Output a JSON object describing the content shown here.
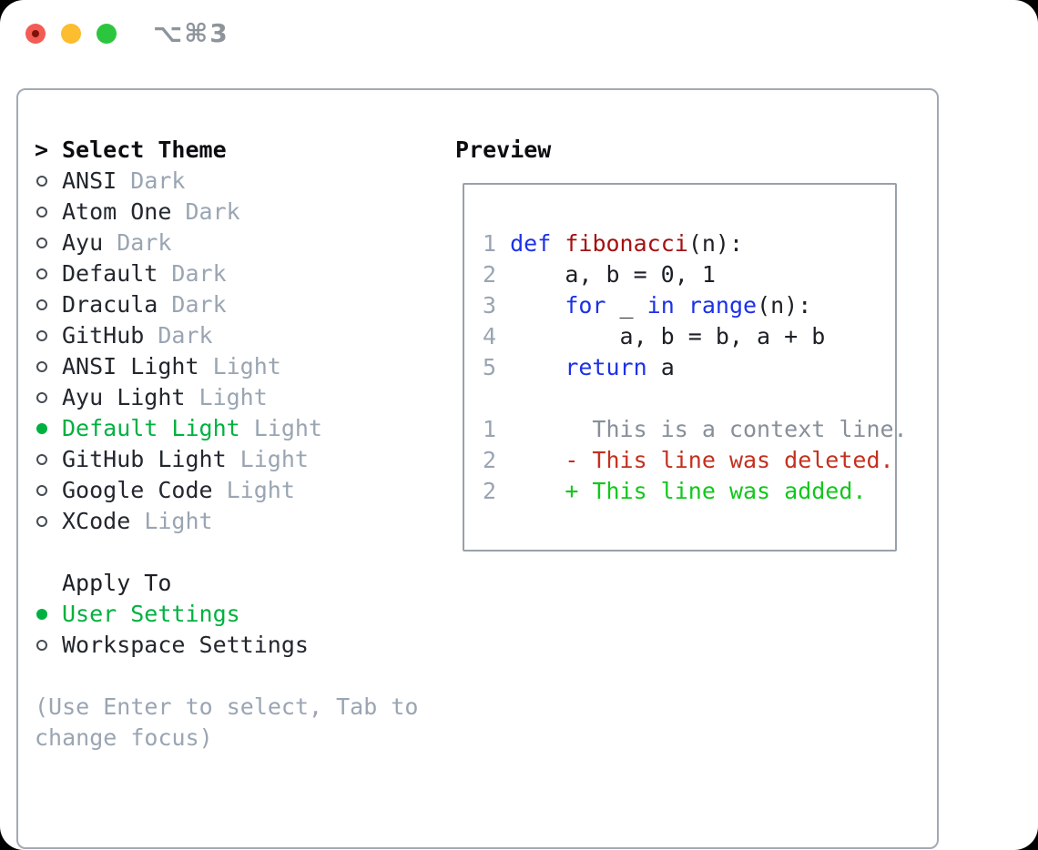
{
  "window": {
    "shortcut": "⌥⌘3",
    "traffic_lights": [
      "close",
      "minimize",
      "zoom"
    ]
  },
  "theme_panel": {
    "prompt": ">",
    "title": "Select Theme",
    "items": [
      {
        "name": "ANSI",
        "variant": "Dark",
        "selected": false
      },
      {
        "name": "Atom One",
        "variant": "Dark",
        "selected": false
      },
      {
        "name": "Ayu",
        "variant": "Dark",
        "selected": false
      },
      {
        "name": "Default",
        "variant": "Dark",
        "selected": false
      },
      {
        "name": "Dracula",
        "variant": "Dark",
        "selected": false
      },
      {
        "name": "GitHub",
        "variant": "Dark",
        "selected": false
      },
      {
        "name": "ANSI Light",
        "variant": "Light",
        "selected": false
      },
      {
        "name": "Ayu Light",
        "variant": "Light",
        "selected": false
      },
      {
        "name": "Default Light",
        "variant": "Light",
        "selected": true
      },
      {
        "name": "GitHub Light",
        "variant": "Light",
        "selected": false
      },
      {
        "name": "Google Code",
        "variant": "Light",
        "selected": false
      },
      {
        "name": "XCode",
        "variant": "Light",
        "selected": false
      }
    ],
    "apply_to": {
      "title": "Apply To",
      "options": [
        {
          "name": "User Settings",
          "selected": true
        },
        {
          "name": "Workspace Settings",
          "selected": false
        }
      ]
    },
    "hint": "(Use Enter to select, Tab to change focus)"
  },
  "preview": {
    "title": "Preview",
    "lines": [
      {
        "num": "1",
        "tokens": [
          {
            "t": " ",
            "s": "pl"
          },
          {
            "t": "def",
            "s": "kw"
          },
          {
            "t": " ",
            "s": "pl"
          },
          {
            "t": "fibonacci",
            "s": "fn"
          },
          {
            "t": "(n):",
            "s": "pl"
          }
        ]
      },
      {
        "num": "2",
        "tokens": [
          {
            "t": "     a, b = 0, 1",
            "s": "pl"
          }
        ]
      },
      {
        "num": "3",
        "tokens": [
          {
            "t": "     ",
            "s": "pl"
          },
          {
            "t": "for",
            "s": "kw"
          },
          {
            "t": " _ ",
            "s": "pl"
          },
          {
            "t": "in",
            "s": "kw"
          },
          {
            "t": " ",
            "s": "pl"
          },
          {
            "t": "range",
            "s": "kw"
          },
          {
            "t": "(n):",
            "s": "pl"
          }
        ]
      },
      {
        "num": "4",
        "tokens": [
          {
            "t": "         a, b = b, a + b",
            "s": "pl"
          }
        ]
      },
      {
        "num": "5",
        "tokens": [
          {
            "t": "     ",
            "s": "pl"
          },
          {
            "t": "return",
            "s": "kw"
          },
          {
            "t": " a",
            "s": "pl"
          }
        ]
      },
      {
        "num": "",
        "tokens": []
      },
      {
        "num": "1",
        "tokens": [
          {
            "t": "       This is a context line.",
            "s": "ctx"
          }
        ]
      },
      {
        "num": "2",
        "tokens": [
          {
            "t": "     ",
            "s": "pl"
          },
          {
            "t": "- This line was deleted.",
            "s": "del"
          }
        ]
      },
      {
        "num": "2",
        "tokens": [
          {
            "t": "     ",
            "s": "pl"
          },
          {
            "t": "+ This line was added.",
            "s": "add"
          }
        ]
      }
    ]
  },
  "colors": {
    "selected_green": "#00b140",
    "diff_added_green": "#12c71c",
    "diff_deleted_red": "#c4301f",
    "keyword_blue": "#1c31e8",
    "function_red": "#a31212",
    "muted_gray": "#9aa5b3",
    "context_gray": "#878f9a",
    "panel_border": "#a2aab4",
    "traffic_red": "#f25c54",
    "traffic_yellow": "#fcbd2e",
    "traffic_green": "#2cc63e"
  }
}
